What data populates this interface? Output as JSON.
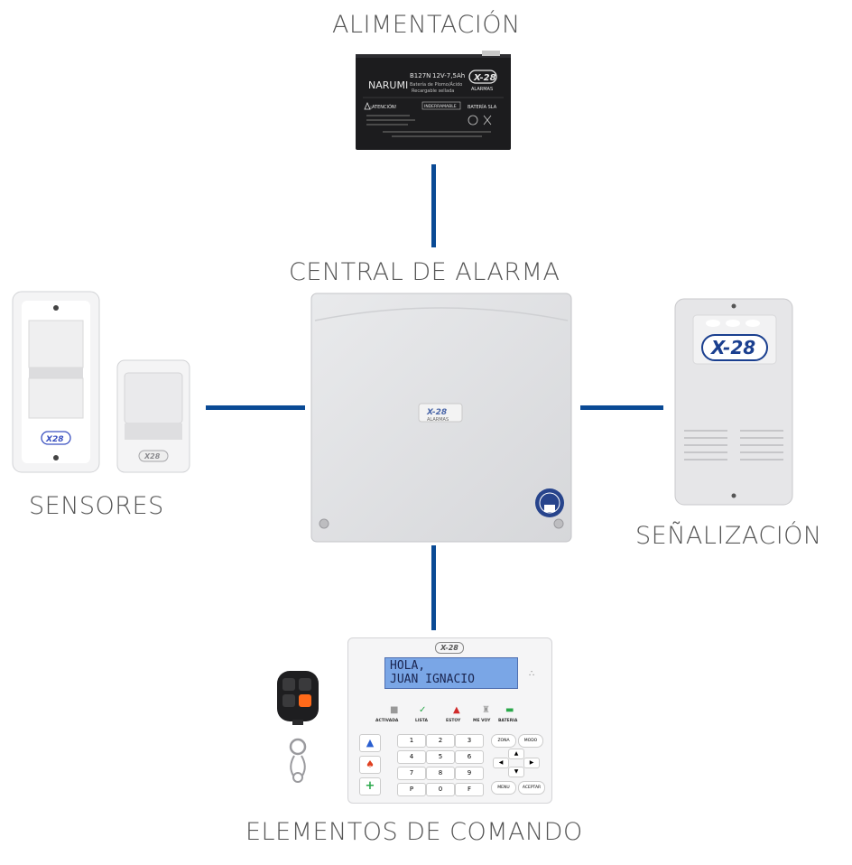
{
  "labels": {
    "power": "ALIMENTACIÓN",
    "central": "CENTRAL DE ALARMA",
    "sensors": "SENSORES",
    "signaling": "SEÑALIZACIÓN",
    "command": "ELEMENTOS DE COMANDO"
  },
  "battery": {
    "brand": "NARUMI",
    "model": "B127N",
    "spec": "12V-7,5Ah",
    "desc1": "Batería de Plomo/Ácido",
    "desc2": "Recargable sellada",
    "logo": "X-28",
    "logo_sub": "ALARMAS",
    "warning": "¡ATENCIÓN!",
    "nonflammable": "INDERRAMABLE",
    "type": "BATERÍA SLA"
  },
  "central_panel": {
    "logo": "X-28",
    "logo_sub": "ALARMAS"
  },
  "keypad": {
    "logo": "X-28",
    "display_line1": "HOLA,",
    "display_line2": "JUAN IGNACIO",
    "status": [
      "ACTIVADA",
      "LISTA",
      "ESTOY",
      "ME VOY",
      "BATERIA"
    ],
    "keys": [
      "1",
      "2",
      "3",
      "4",
      "5",
      "6",
      "7",
      "8",
      "9",
      "P",
      "0",
      "F"
    ],
    "zona": "ZONA",
    "modo": "MODO",
    "menu": "MENU",
    "aceptar": "ACEPTAR"
  },
  "siren": {
    "logo": "X-28"
  },
  "colors": {
    "line": "#0a4a95",
    "label": "#555555",
    "brand_blue": "#1a3f8f"
  }
}
